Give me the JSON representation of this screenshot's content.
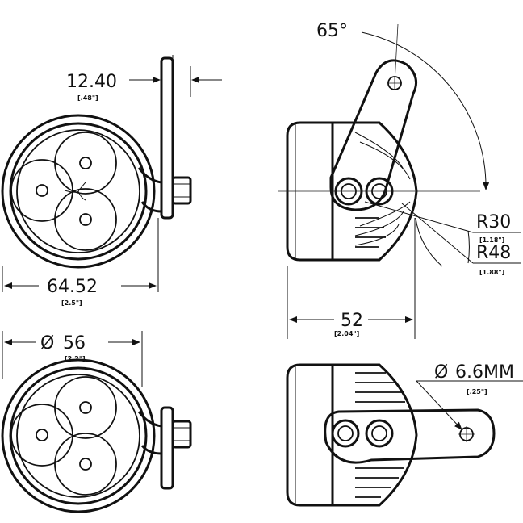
{
  "dimensions": {
    "flange_thickness": {
      "value": "12.40",
      "inch": "[.48\"]"
    },
    "overall_width": {
      "value": "64.52",
      "inch": "[2.5\"]"
    },
    "lens_diameter": {
      "value": "56",
      "symbol": "Ø",
      "inch": "[2.2\"]"
    },
    "body_depth": {
      "value": "52",
      "inch": "[2.04\"]"
    },
    "rotation_angle": {
      "value": "65°"
    },
    "inner_radius": {
      "value": "R30",
      "inch": "[1.18\"]"
    },
    "outer_radius": {
      "value": "R48",
      "inch": "[1.88\"]"
    },
    "mount_hole": {
      "value": "6.6MM",
      "symbol": "Ø",
      "inch": "[.25\"]"
    }
  },
  "views": [
    "front-view-top",
    "front-view-bottom",
    "side-view-top",
    "side-view-bottom"
  ]
}
